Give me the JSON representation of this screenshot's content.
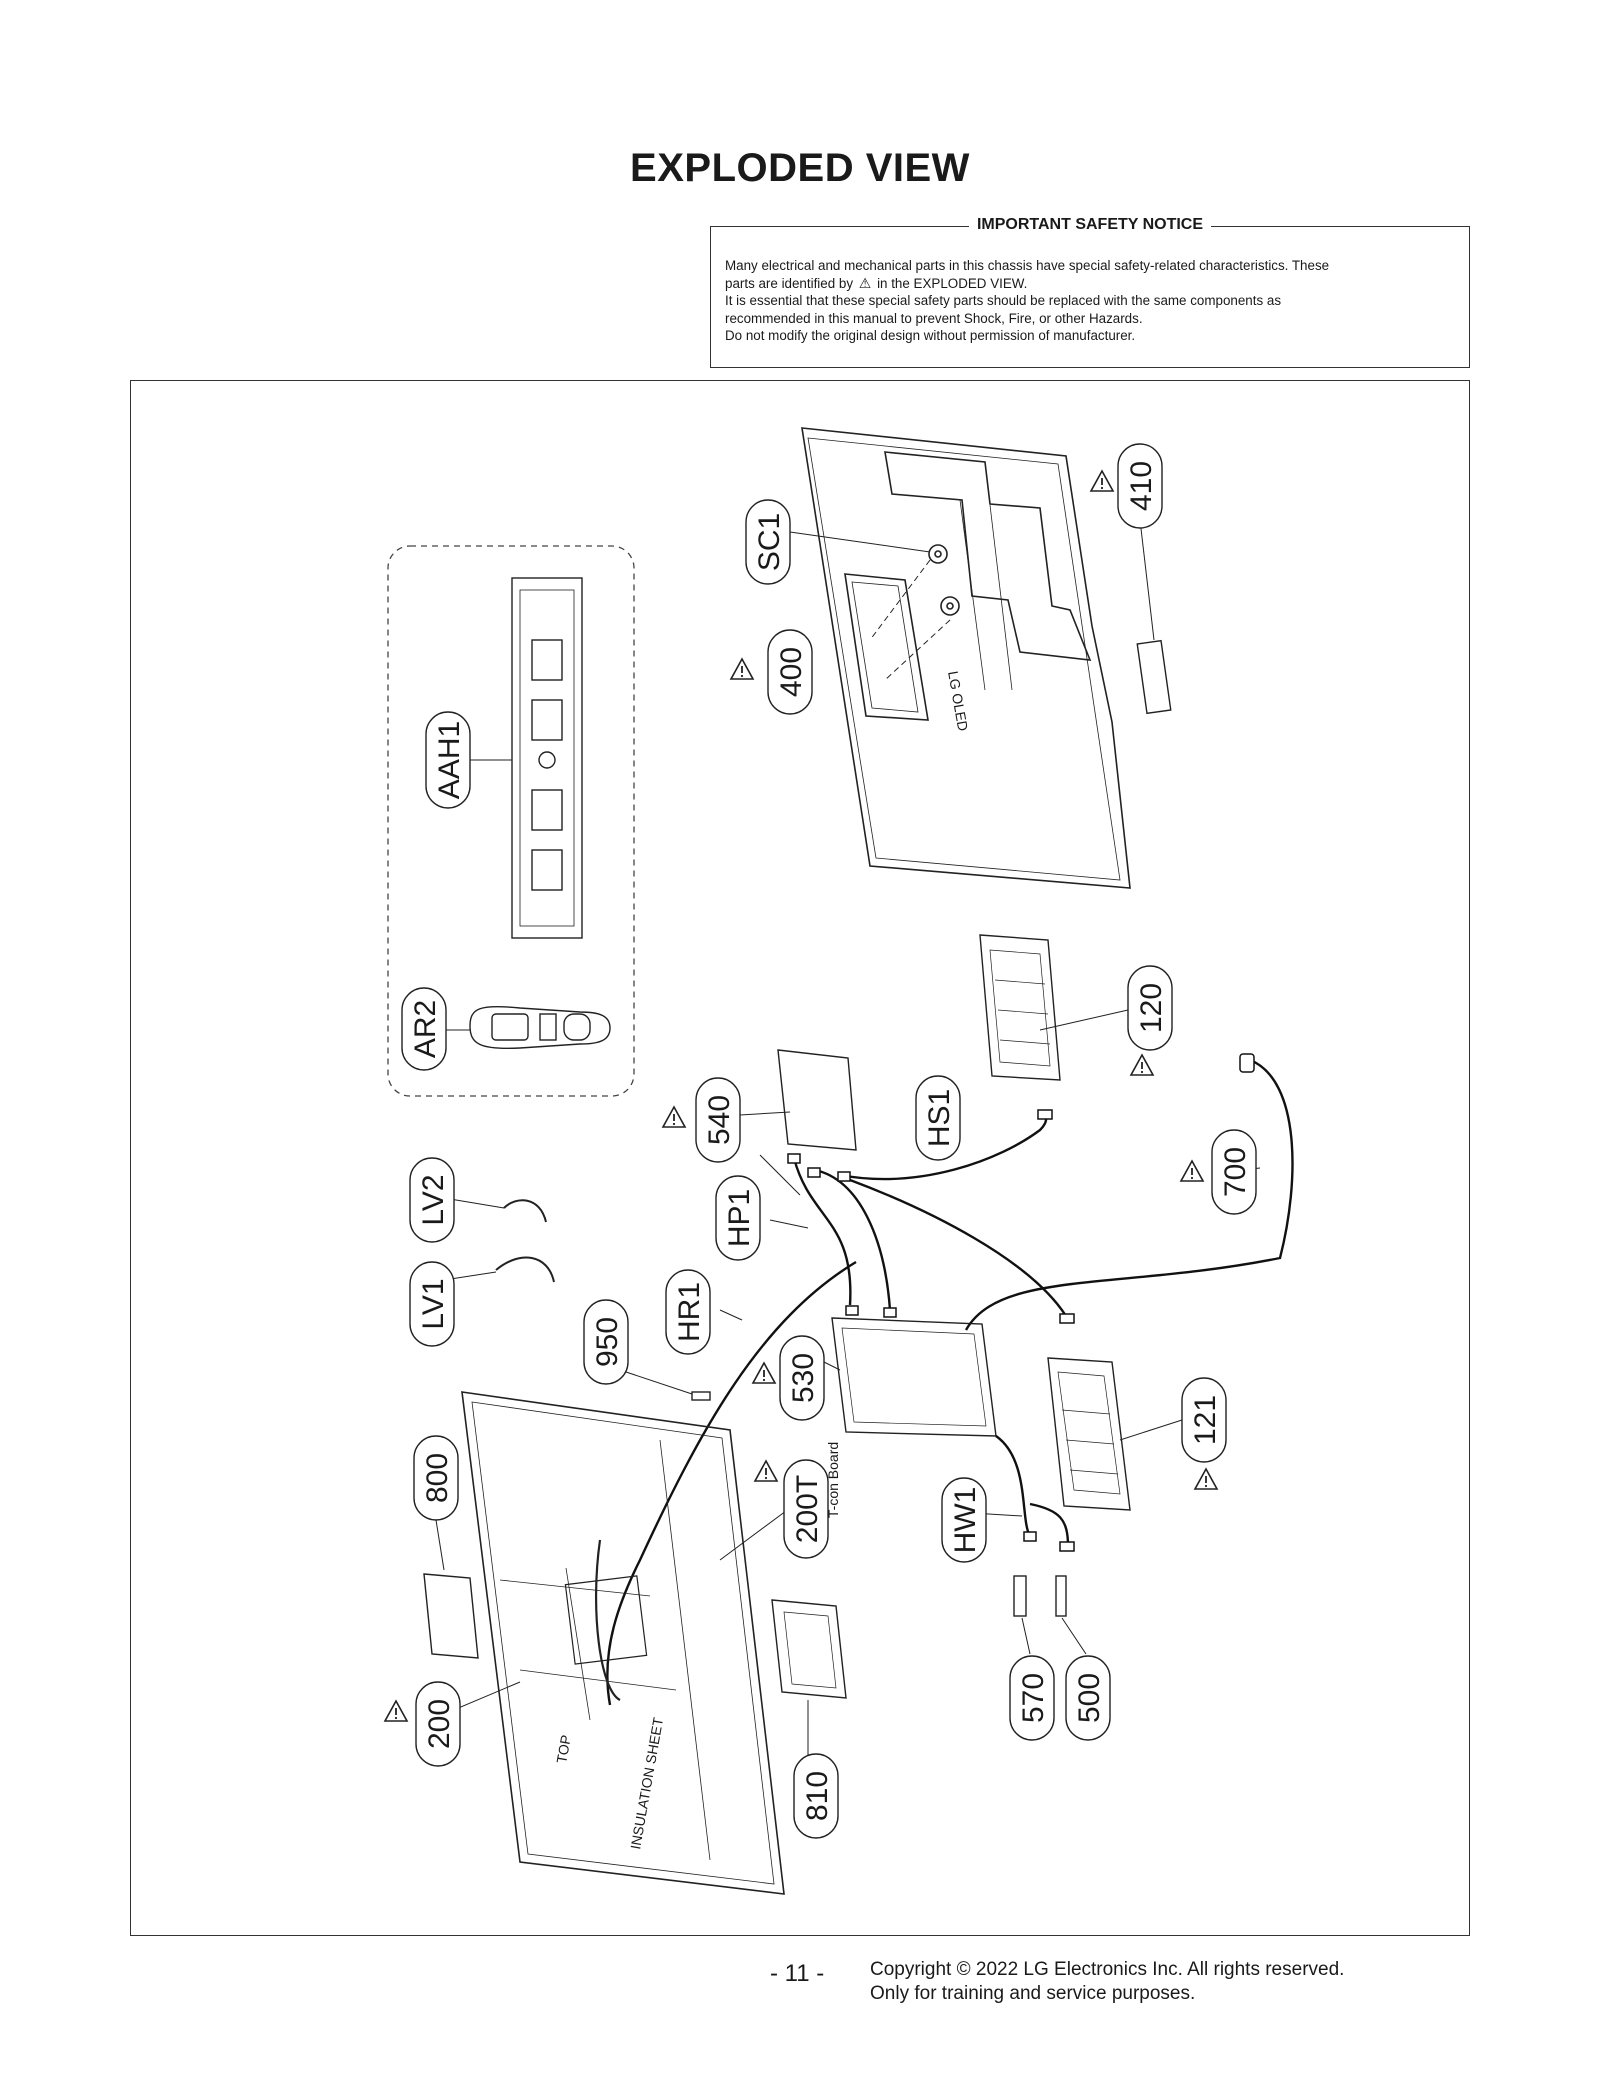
{
  "page": {
    "title": "EXPLODED VIEW",
    "page_number": "- 11 -",
    "copyright_line1": "Copyright © 2022 LG Electronics Inc. All rights reserved.",
    "copyright_line2": "Only for training and service purposes."
  },
  "notice": {
    "heading": "IMPORTANT SAFETY NOTICE",
    "line1": "Many electrical and mechanical parts in this chassis have special safety-related characteristics. These",
    "line2_pre": "parts are identified by",
    "line2_symbol": "⚠",
    "line2_post": "in the EXPLODED VIEW.",
    "line3": "It is essential that these special safety parts should be replaced with the same components as",
    "line4": "recommended in this manual to prevent Shock, Fire, or other Hazards.",
    "line5": "Do not modify the original design without permission of manufacturer."
  },
  "diagram": {
    "labels": {
      "sc1": "SC1",
      "p400": "400",
      "p410": "410",
      "aah1": "AAH1",
      "ar2": "AR2",
      "p120": "120",
      "p540": "540",
      "hs1": "HS1",
      "hp1": "HP1",
      "p700": "700",
      "lv2": "LV2",
      "lv1": "LV1",
      "hr1": "HR1",
      "p950": "950",
      "p530": "530",
      "p121": "121",
      "p800": "800",
      "p200t": "200T",
      "tcon": "T-con Board",
      "hw1": "HW1",
      "p200": "200",
      "p810": "810",
      "p570": "570",
      "p500": "500"
    },
    "back_cover_logo": "LG OLED",
    "panel_text_top": "TOP",
    "panel_text_insulation": "INSULATION SHEET"
  }
}
